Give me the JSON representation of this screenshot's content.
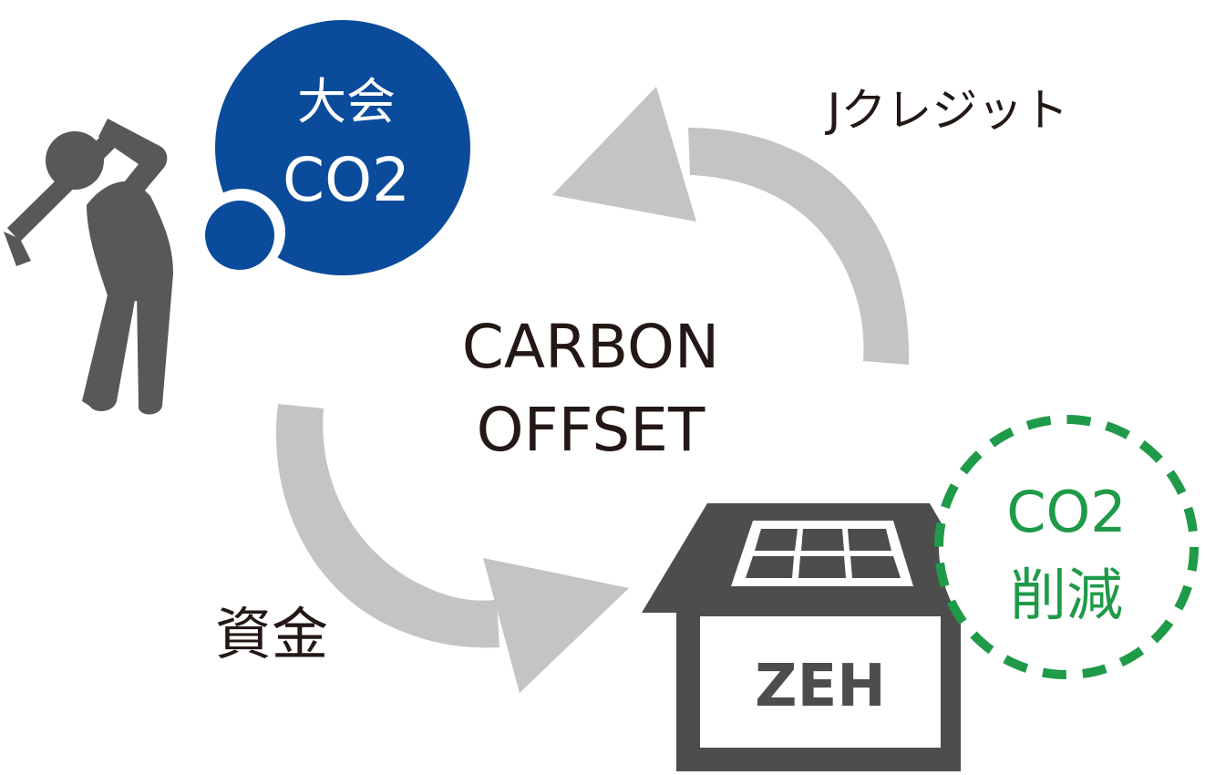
{
  "center": {
    "line1": "CARBON",
    "line2": "OFFSET"
  },
  "tournament_bubble": {
    "line1": "大会",
    "line2": "CO2"
  },
  "j_credit_label": "Jクレジット",
  "funds_label": "資金",
  "house_label": "ZEH",
  "reduction_bubble": {
    "line1": "CO2",
    "line2": "削減"
  },
  "colors": {
    "navy": "#0a4b9b",
    "gray_figure": "#595757",
    "arrow_gray": "#c4c4c4",
    "house": "#4d4d4d",
    "green": "#1f9a48",
    "text": "#231815"
  },
  "icons": {
    "golfer": "golfer-icon",
    "house": "zeh-house-icon",
    "solar": "solar-panel-icon"
  }
}
